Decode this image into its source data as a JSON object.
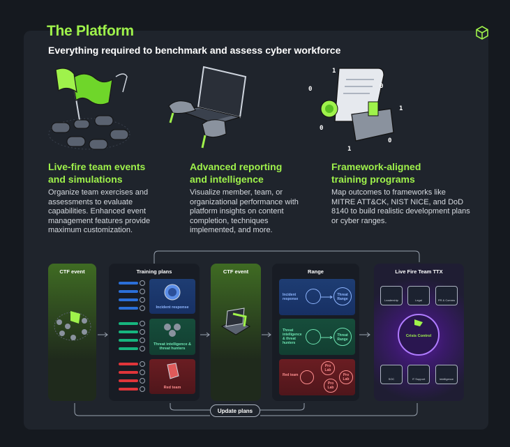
{
  "header": {
    "title": "The Platform",
    "subtitle": "Everything required to benchmark and assess cyber workforce"
  },
  "features": [
    {
      "title_line1": "Live-fire team events",
      "title_line2": "and simulations",
      "description": "Organize team exercises and assessments to evaluate capabilities. Enhanced event management features provide maximum customization."
    },
    {
      "title_line1": "Advanced reporting",
      "title_line2": "and intelligence",
      "description": "Visualize member, team, or organizational performance with platform insights on content completion, techniques implemented, and more."
    },
    {
      "title_line1": "Framework-aligned",
      "title_line2": "training programs",
      "description": "Map outcomes to frameworks like MITRE ATT&CK, NIST NICE, and DoD 8140 to build realistic development plans or cyber ranges."
    }
  ],
  "workflow": {
    "ctf_event_1": "CTF event",
    "training_plans": {
      "label": "Training plans",
      "cards": [
        "Incident response",
        "Threat intelligence & threat hunters",
        "Red team"
      ]
    },
    "ctf_event_2": "CTF event",
    "range": {
      "label": "Range",
      "rows": [
        {
          "left": "Incident response",
          "right": "Threat Range"
        },
        {
          "left": "Threat intelligence & threat hunters",
          "right": "Threat Range"
        },
        {
          "left": "Red team",
          "nodes": [
            "Pro Lab",
            "Pro Lab",
            "Pro Lab"
          ]
        }
      ]
    },
    "live_fire": {
      "label": "Live Fire Team TTX",
      "center": "Crisis Control",
      "top_boxes": [
        "Leadership",
        "Legal",
        "PR & Comms"
      ],
      "bottom_boxes": [
        "SOC",
        "IT Support",
        "Intelligence"
      ]
    },
    "update_plans": "Update plans"
  },
  "colors": {
    "accent": "#9ff24b",
    "blue": "#2b6fd8",
    "teal": "#17b57e",
    "red": "#e0353a",
    "purple": "#8a3ee0"
  }
}
